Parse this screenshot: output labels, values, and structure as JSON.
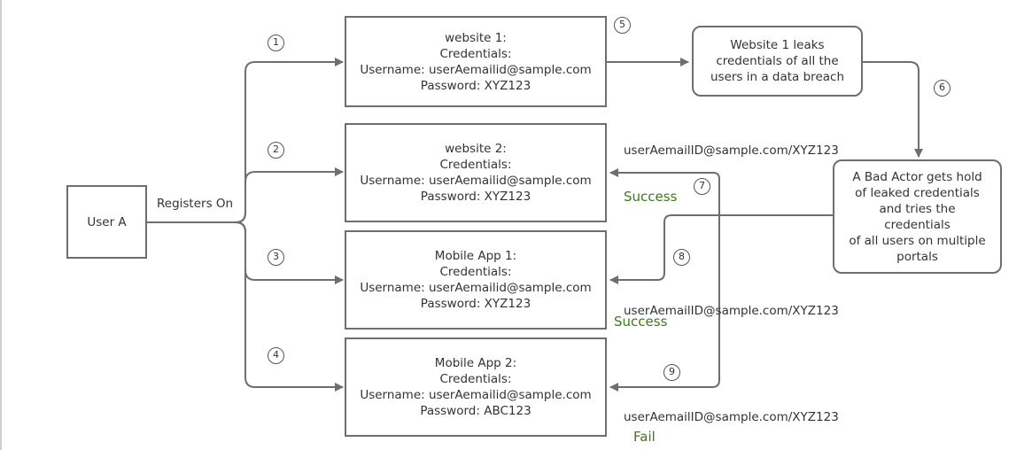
{
  "user": {
    "label": "User A"
  },
  "registers_on": "Registers On",
  "sites": [
    {
      "lines": [
        "website 1:",
        "Credentials:",
        "Username: userAemailid@sample.com",
        "Password: XYZ123"
      ]
    },
    {
      "lines": [
        "website 2:",
        "Credentials:",
        "Username: userAemailid@sample.com",
        "Password: XYZ123"
      ]
    },
    {
      "lines": [
        "Mobile App 1:",
        "Credentials:",
        "Username: userAemailid@sample.com",
        "Password: XYZ123"
      ]
    },
    {
      "lines": [
        "Mobile App 2:",
        "Credentials:",
        "Username: userAemailid@sample.com",
        "Password: ABC123"
      ]
    }
  ],
  "leak_box": {
    "lines": [
      "Website 1 leaks",
      "credentials of all the",
      "users in a data breach"
    ]
  },
  "bad_actor_box": {
    "lines": [
      "A Bad Actor gets hold",
      "of leaked credentials",
      "and tries the",
      "credentials",
      "of all users on multiple",
      "portals"
    ]
  },
  "attempts": [
    {
      "credential": "userAemailID@sample.com/XYZ123",
      "result": "Success"
    },
    {
      "credential": "userAemailID@sample.com/XYZ123",
      "result": "Success"
    },
    {
      "credential": "userAemailID@sample.com/XYZ123",
      "result": "Fail"
    }
  ],
  "step_numbers": [
    "1",
    "2",
    "3",
    "4",
    "5",
    "6",
    "7",
    "8",
    "9"
  ],
  "colors": {
    "line": "#6e6e6e",
    "status_text": "#3a7a1c"
  }
}
